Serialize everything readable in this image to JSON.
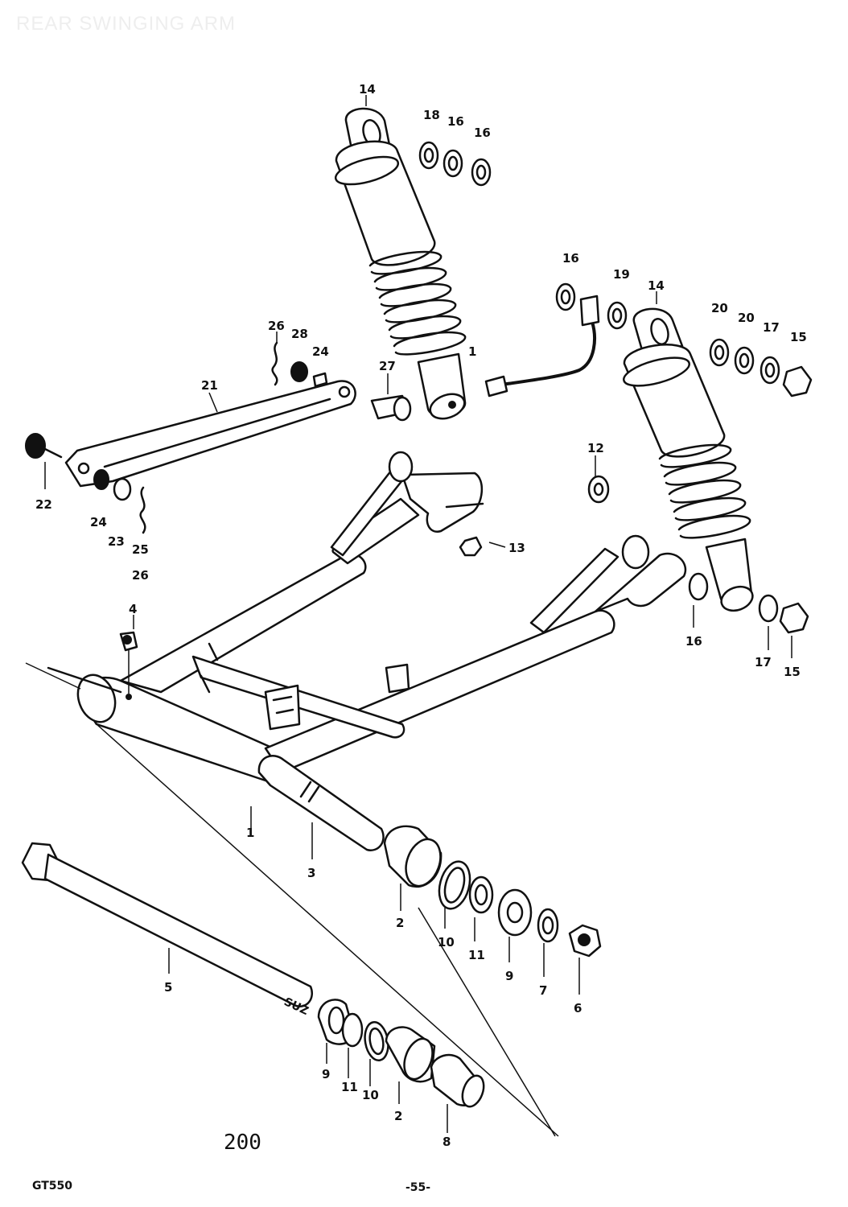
{
  "header": {
    "title": "REAR SWINGING ARM"
  },
  "figure_number": "200",
  "model": "GT550",
  "page_number": "-55-",
  "part_callouts": [
    "14",
    "18",
    "16",
    "16",
    "16",
    "19",
    "14",
    "20",
    "20",
    "17",
    "15",
    "26",
    "28",
    "24",
    "27",
    "1",
    "21",
    "22",
    "24",
    "23",
    "25",
    "26",
    "12",
    "13",
    "4",
    "16",
    "17",
    "15",
    "3",
    "1",
    "2",
    "10",
    "11",
    "9",
    "7",
    "6",
    "5",
    "9",
    "11",
    "10",
    "2",
    "8"
  ],
  "axle_stamp": "SUZ"
}
